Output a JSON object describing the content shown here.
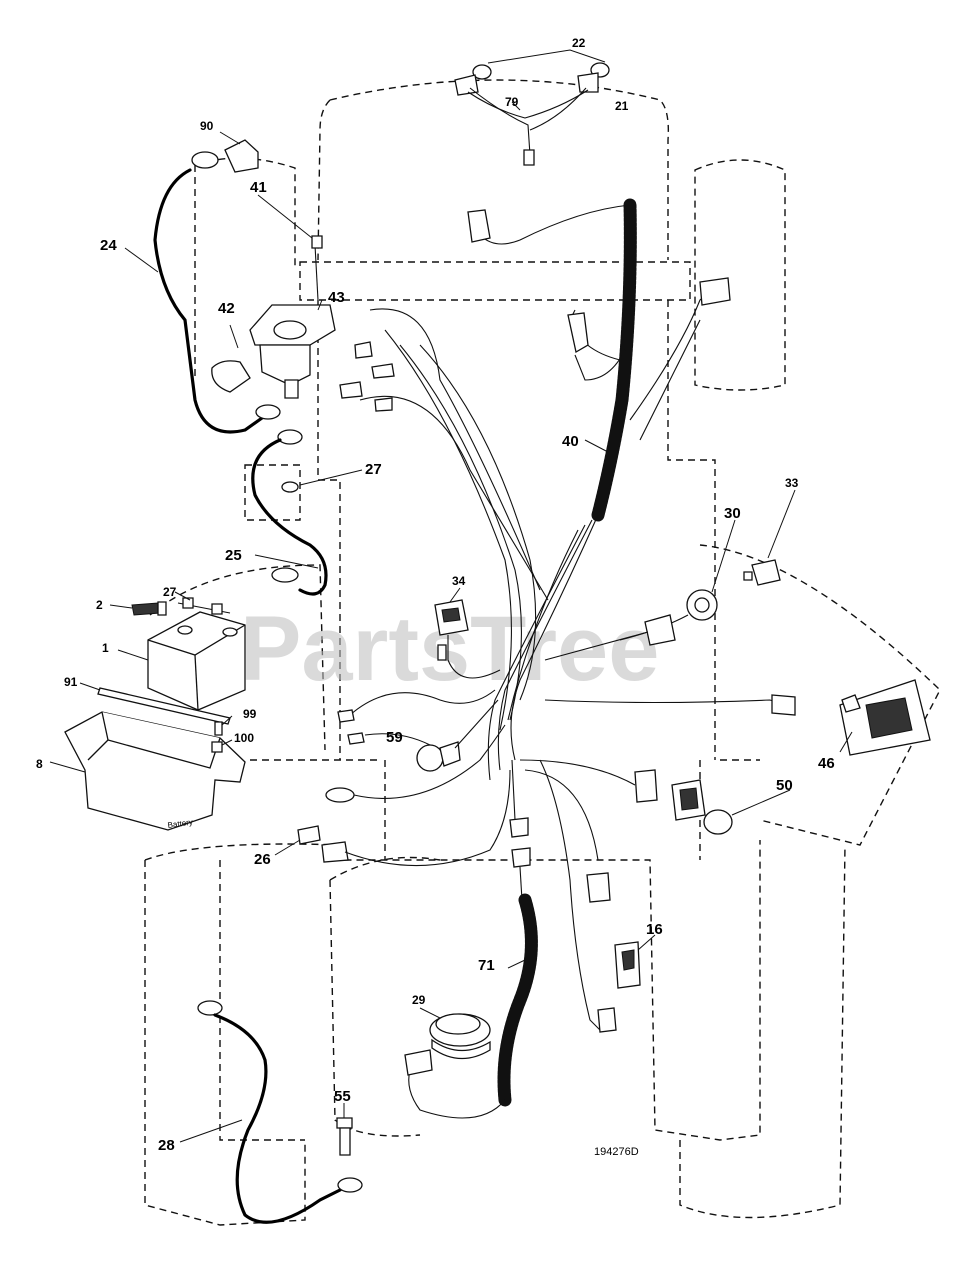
{
  "watermark": "PartsTree",
  "drawing_number": "194276D",
  "callouts": {
    "c22": "22",
    "c79": "79",
    "c21": "21",
    "c90": "90",
    "c41": "41",
    "c24": "24",
    "c42": "42",
    "c43": "43",
    "c40": "40",
    "c27a": "27",
    "c25": "25",
    "c33": "33",
    "c30": "30",
    "c34": "34",
    "c2": "2",
    "c27b": "27",
    "c1": "1",
    "c91": "91",
    "c99": "99",
    "c100": "100",
    "c8": "8",
    "c59": "59",
    "c46": "46",
    "c50": "50",
    "c26": "26",
    "c16": "16",
    "c71": "71",
    "c29": "29",
    "c55": "55",
    "c28": "28"
  },
  "battery_label": "Battery"
}
